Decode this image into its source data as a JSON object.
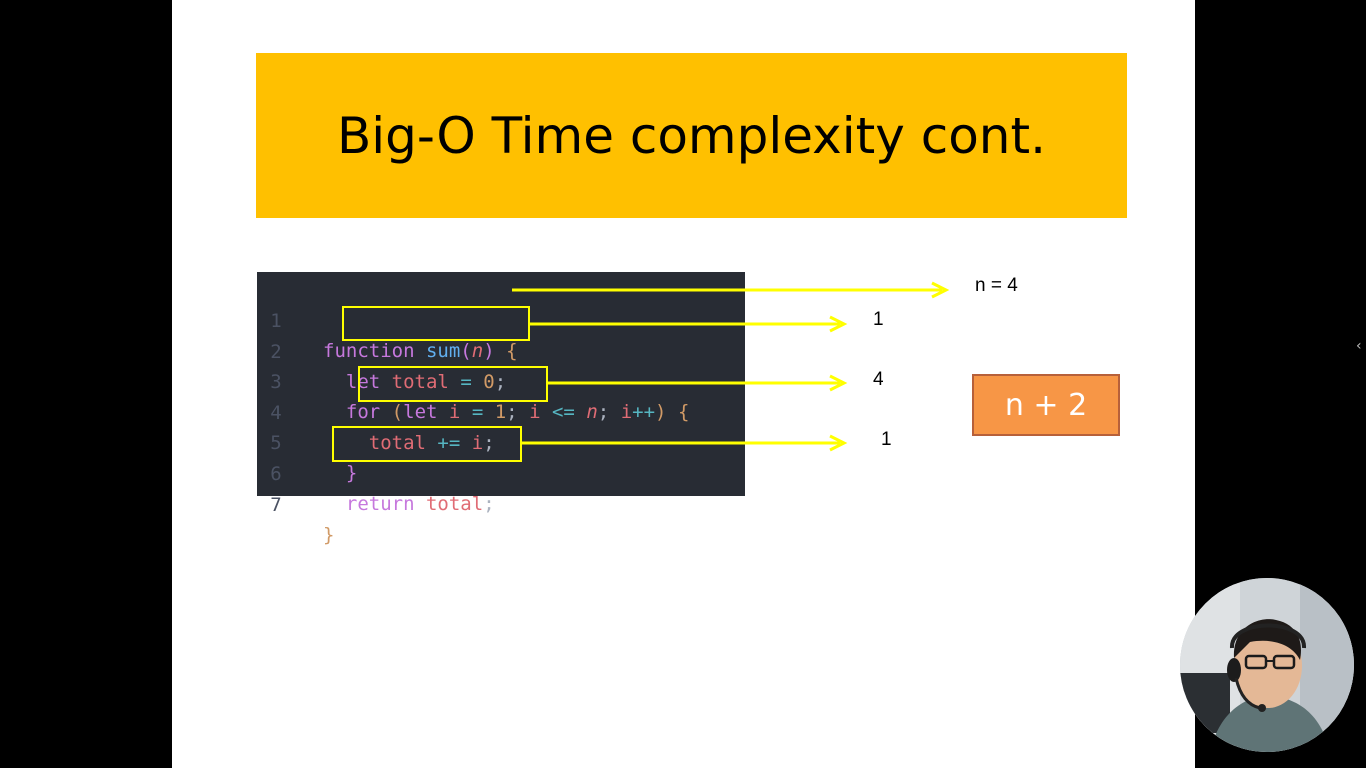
{
  "slide": {
    "title": "Big-O Time complexity cont."
  },
  "code": {
    "line_numbers": [
      "1",
      "2",
      "3",
      "4",
      "5",
      "6",
      "7"
    ],
    "l1": {
      "kw": "function",
      "fn": "sum",
      "open": "(",
      "param": "n",
      "close": ")",
      "brace": "{"
    },
    "l2": {
      "kw": "let",
      "var": "total",
      "op": "=",
      "num": "0",
      "semi": ";"
    },
    "l3": {
      "kw1": "for",
      "open": "(",
      "kw2": "let",
      "v1": "i",
      "op1": "=",
      "num": "1",
      "s1": ";",
      "v2": "i",
      "op2": "<=",
      "param": "n",
      "s2": ";",
      "v3": "i",
      "op3": "++",
      "close": ")",
      "brace": "{"
    },
    "l4": {
      "var": "total",
      "op": "+=",
      "v2": "i",
      "semi": ";"
    },
    "l5": {
      "brace": "}"
    },
    "l6": {
      "kw": "return",
      "var": "total",
      "semi": ";"
    },
    "l7": {
      "brace": "}"
    }
  },
  "annotations": {
    "n_value": "n = 4",
    "count_let": "1",
    "count_loop_body": "4",
    "count_return": "1"
  },
  "result": {
    "label": "n + 2"
  },
  "colors": {
    "banner": "#ffc000",
    "highlight": "#ffff00",
    "result_box": "#f79646",
    "code_bg": "#282c34"
  },
  "icons": {
    "side_nav": "chevron-left-icon"
  },
  "side": {
    "chevron": "‹"
  }
}
